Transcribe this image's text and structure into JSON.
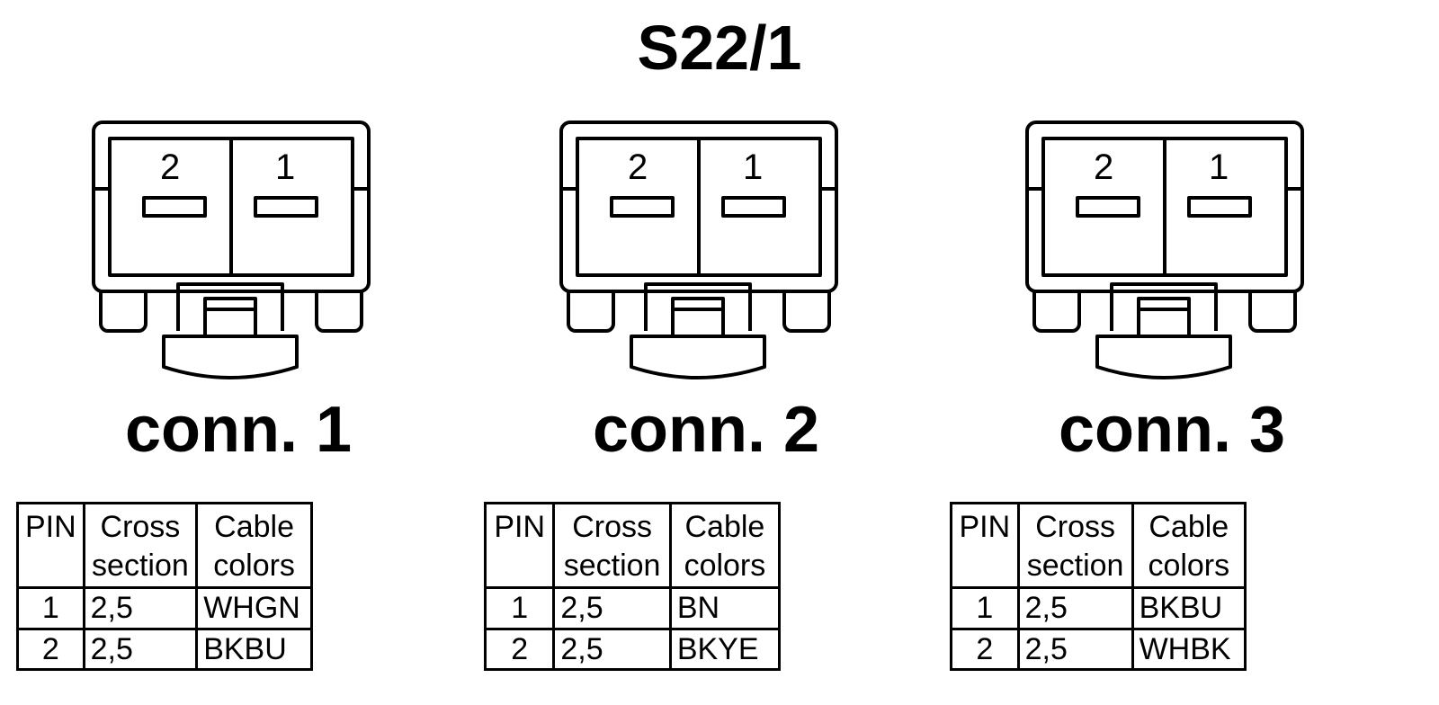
{
  "title": "S22/1",
  "connectors": [
    {
      "label": "conn. 1",
      "slot_left": "2",
      "slot_right": "1",
      "table": {
        "headers": {
          "pin": "PIN",
          "cross_1": "Cross",
          "cross_2": "section",
          "color_1": "Cable",
          "color_2": "colors"
        },
        "rows": [
          {
            "pin": "1",
            "cross": "2,5",
            "color": "WHGN"
          },
          {
            "pin": "2",
            "cross": "2,5",
            "color": "BKBU"
          }
        ]
      }
    },
    {
      "label": "conn. 2",
      "slot_left": "2",
      "slot_right": "1",
      "table": {
        "headers": {
          "pin": "PIN",
          "cross_1": "Cross",
          "cross_2": "section",
          "color_1": "Cable",
          "color_2": "colors"
        },
        "rows": [
          {
            "pin": "1",
            "cross": "2,5",
            "color": "BN"
          },
          {
            "pin": "2",
            "cross": "2,5",
            "color": "BKYE"
          }
        ]
      }
    },
    {
      "label": "conn. 3",
      "slot_left": "2",
      "slot_right": "1",
      "table": {
        "headers": {
          "pin": "PIN",
          "cross_1": "Cross",
          "cross_2": "section",
          "color_1": "Cable",
          "color_2": "colors"
        },
        "rows": [
          {
            "pin": "1",
            "cross": "2,5",
            "color": "BKBU"
          },
          {
            "pin": "2",
            "cross": "2,5",
            "color": "WHBK"
          }
        ]
      }
    }
  ]
}
